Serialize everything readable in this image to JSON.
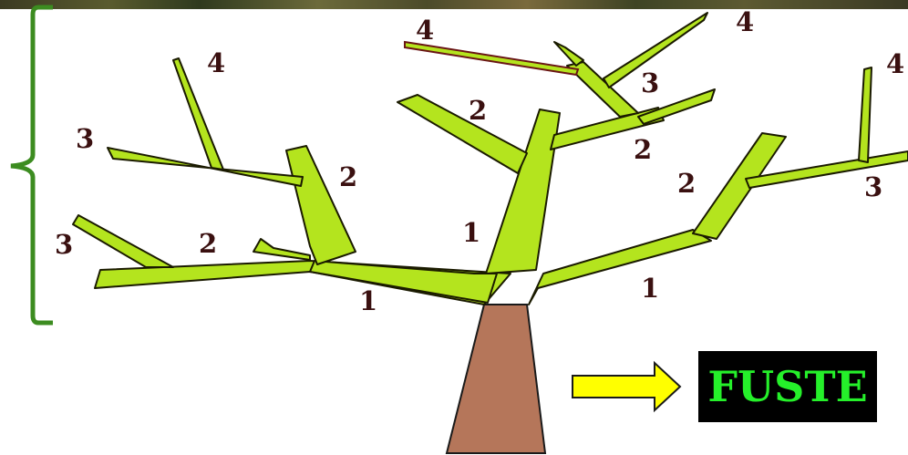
{
  "colors": {
    "branch_fill": "#b4e41e",
    "branch_stroke": "#1a1a00",
    "trunk_fill": "#b5765a",
    "bracket": "#3c8c20",
    "arrow_fill": "#ffff00",
    "label_box": "#000000",
    "label_text": "#25f02a",
    "numbers": "#3a1010"
  },
  "branch_orders": {
    "left_order1": "1",
    "center_order1": "1",
    "right_order1": "1",
    "left_order2_lower": "2",
    "left_order2_upper": "2",
    "center_order2": "2",
    "center_right_order2": "2",
    "right_order2": "2",
    "left_order3_lower": "3",
    "left_order3_upper": "3",
    "center_order3": "3",
    "right_order3": "3",
    "left_order4": "4",
    "center_order4_left": "4",
    "center_order4_right": "4",
    "right_order4": "4"
  },
  "trunk_label": "FUSTE",
  "icons": {
    "arrow": "right-arrow-icon",
    "bracket": "curly-brace-icon"
  }
}
